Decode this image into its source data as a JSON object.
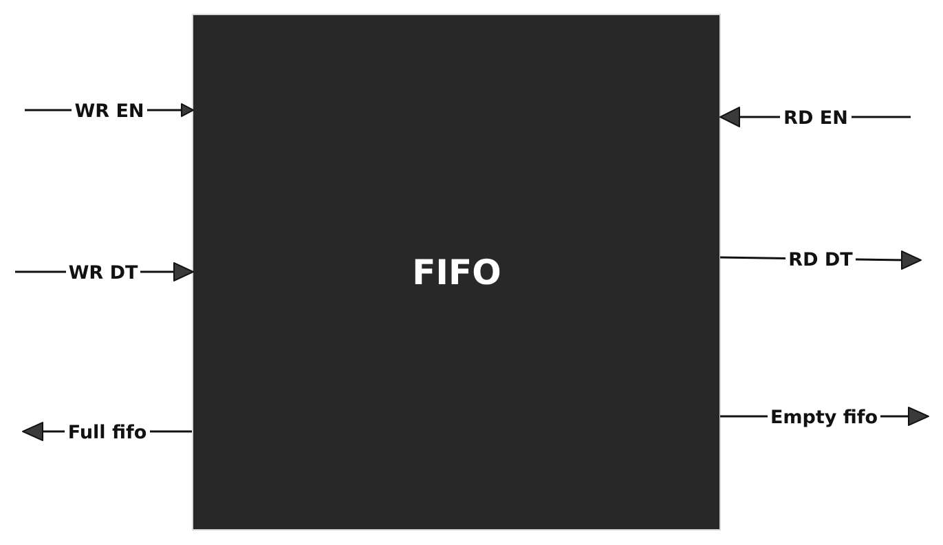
{
  "block": {
    "label": "FIFO",
    "fill_color": "#282828",
    "border_color": "#d9d9d9"
  },
  "signals": {
    "wr_en": "WR EN",
    "wr_dt": "WR DT",
    "full_fifo": "Full fifo",
    "rd_en": "RD EN",
    "rd_dt": "RD DT",
    "empty_fifo": "Empty fifo"
  }
}
